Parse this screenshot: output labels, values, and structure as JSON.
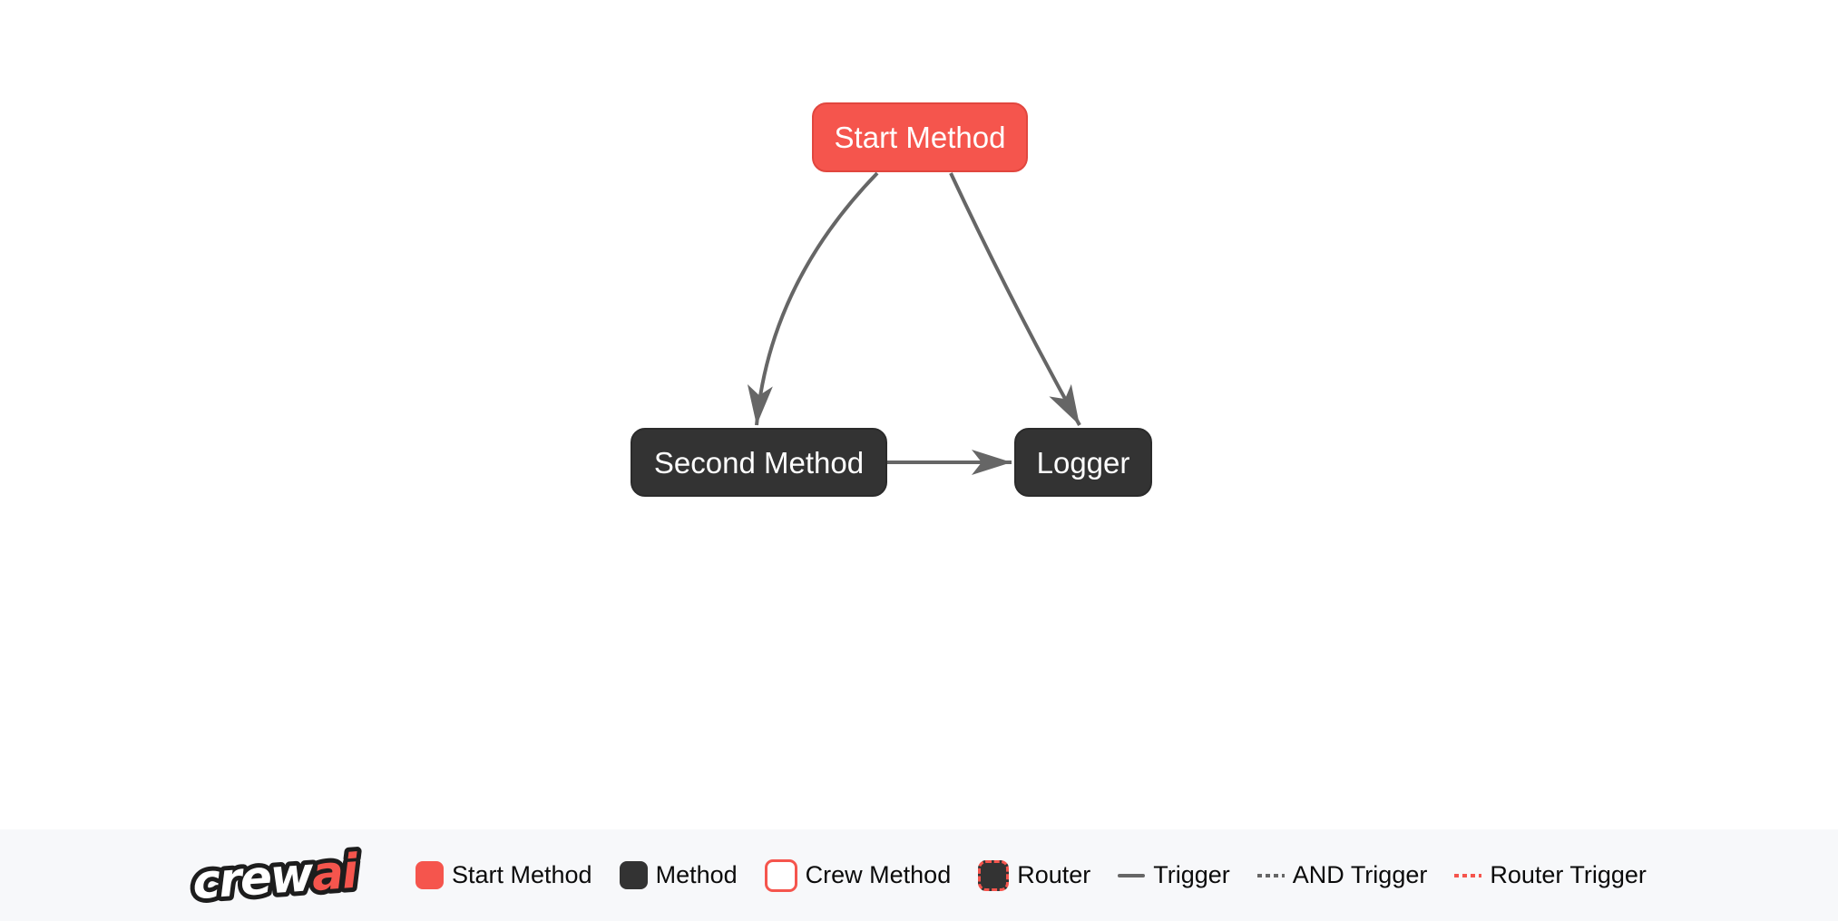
{
  "colors": {
    "coral": "#f5554d",
    "coral_border": "#e1463e",
    "dark": "#333333",
    "dark_border": "#2b2b2b",
    "edge": "#666666",
    "legend_bg": "#f7f8fa",
    "text": "#0b0b0b"
  },
  "diagram": {
    "nodes": [
      {
        "id": "start",
        "label": "Start Method",
        "kind": "start-method"
      },
      {
        "id": "second",
        "label": "Second Method",
        "kind": "method"
      },
      {
        "id": "logger",
        "label": "Logger",
        "kind": "method"
      }
    ],
    "edges": [
      {
        "from": "start",
        "to": "second",
        "type": "trigger"
      },
      {
        "from": "start",
        "to": "logger",
        "type": "trigger"
      },
      {
        "from": "second",
        "to": "logger",
        "type": "trigger"
      }
    ]
  },
  "legend": {
    "logo": {
      "text_crew": "crew",
      "text_ai": "ai"
    },
    "items": [
      {
        "label": "Start Method",
        "swatch": "start-method-swatch"
      },
      {
        "label": "Method",
        "swatch": "method-swatch"
      },
      {
        "label": "Crew Method",
        "swatch": "crew-method-swatch"
      },
      {
        "label": "Router",
        "swatch": "router-swatch"
      },
      {
        "label": "Trigger",
        "swatch": "trigger-line-swatch"
      },
      {
        "label": "AND Trigger",
        "swatch": "and-trigger-line-swatch"
      },
      {
        "label": "Router Trigger",
        "swatch": "router-trigger-line-swatch"
      }
    ]
  }
}
